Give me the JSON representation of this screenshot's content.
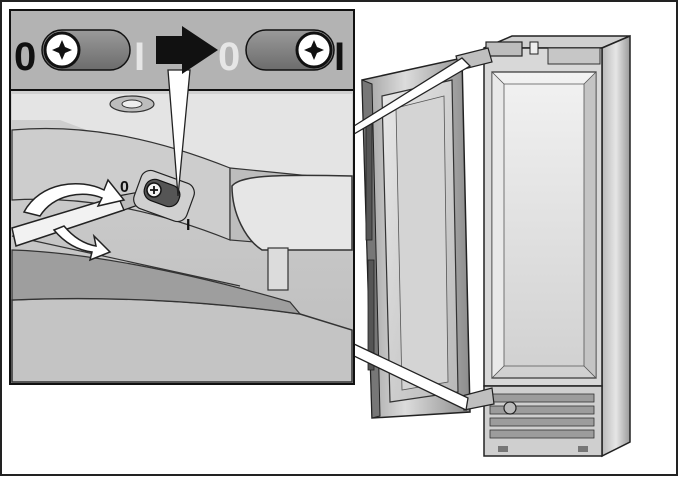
{
  "illustration": {
    "switch_before": {
      "label_left": "0",
      "label_right": "I",
      "state": "0"
    },
    "switch_after": {
      "label_left": "0",
      "label_right": "I",
      "state": "I"
    },
    "detail_switch": {
      "label_left": "0",
      "label_right": "I"
    },
    "arrow": "right-arrow-icon"
  }
}
